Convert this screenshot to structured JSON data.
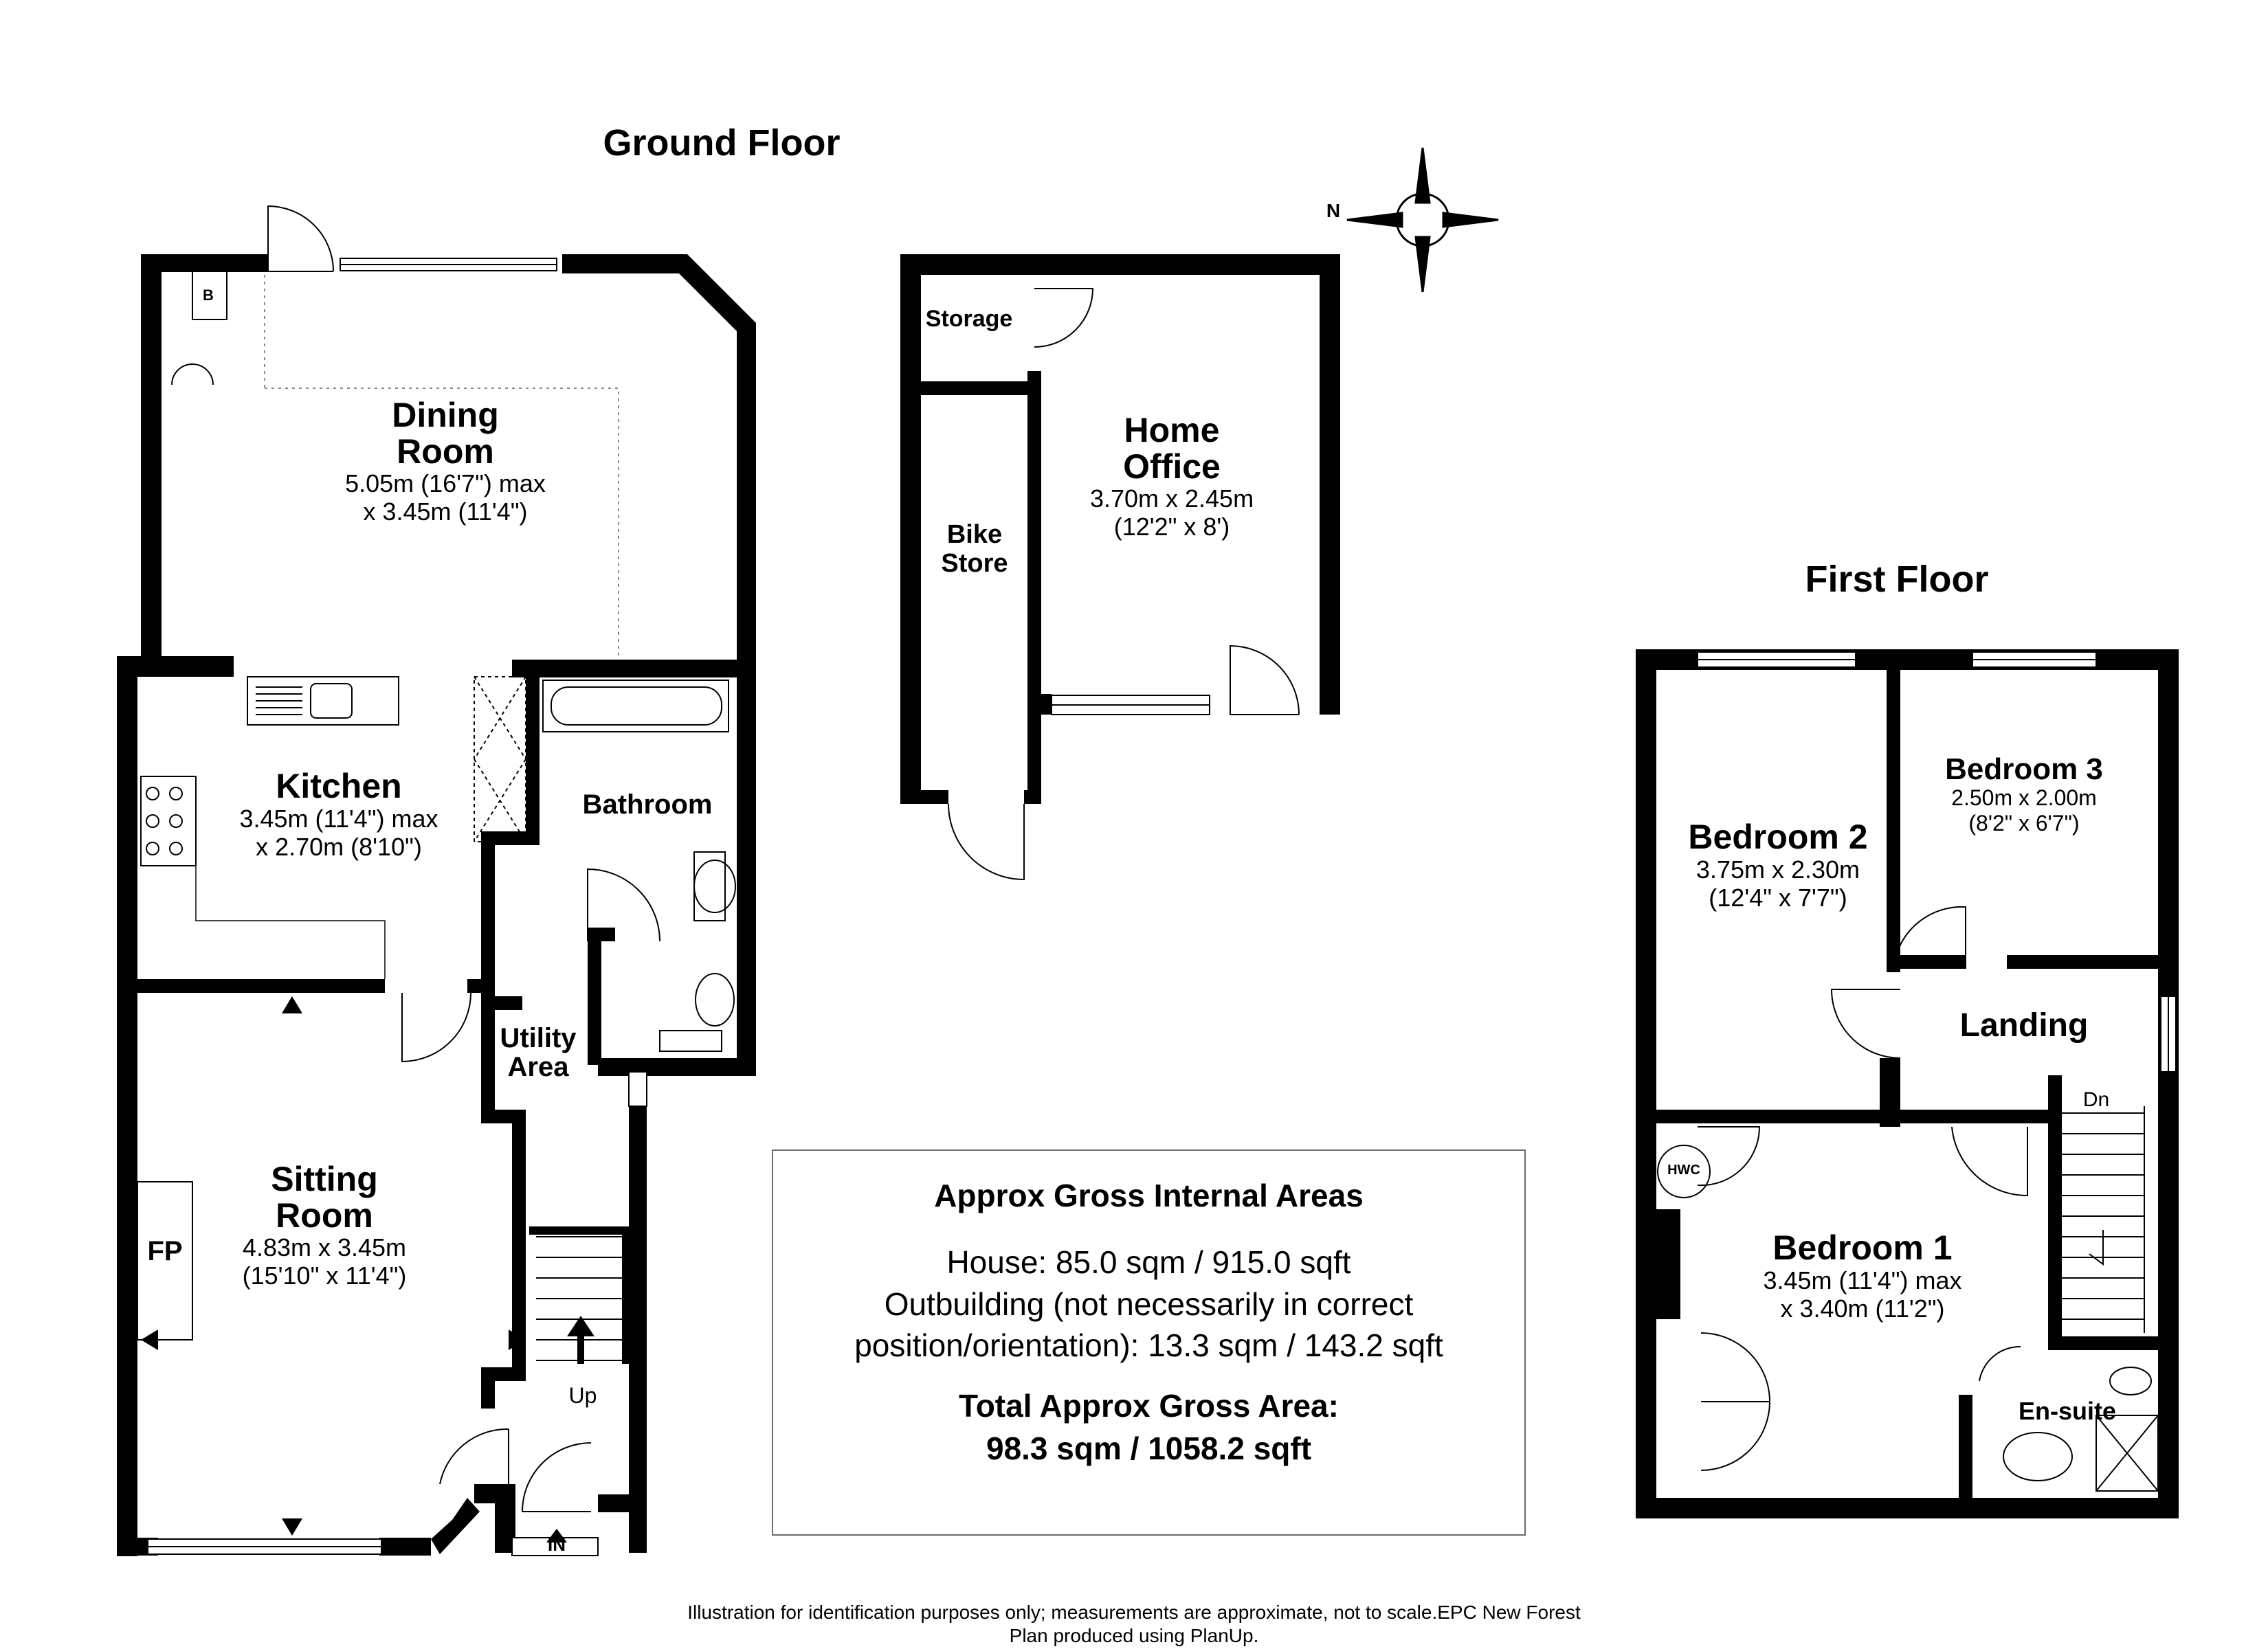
{
  "titles": {
    "ground_floor": "Ground Floor",
    "first_floor": "First Floor"
  },
  "compass": {
    "label": "N"
  },
  "ground_floor": {
    "dining": {
      "name_1": "Dining",
      "name_2": "Room",
      "dim_1": "5.05m (16'7\") max",
      "dim_2": "x 3.45m (11'4\")"
    },
    "kitchen": {
      "name": "Kitchen",
      "dim_1": "3.45m (11'4\") max",
      "dim_2": "x 2.70m (8'10\")"
    },
    "bathroom": {
      "name": "Bathroom"
    },
    "utility": {
      "name_1": "Utility",
      "name_2": "Area"
    },
    "sitting": {
      "name_1": "Sitting",
      "name_2": "Room",
      "dim_1": "4.83m x 3.45m",
      "dim_2": "(15'10\" x 11'4\")"
    },
    "boiler_label": "B",
    "fireplace_label": "FP",
    "stairs_up": "Up",
    "entrance": "IN"
  },
  "outbuilding": {
    "storage": "Storage",
    "bike_store": {
      "name_1": "Bike",
      "name_2": "Store"
    },
    "home_office": {
      "name_1": "Home",
      "name_2": "Office",
      "dim_1": "3.70m x 2.45m",
      "dim_2": "(12'2\" x 8')"
    }
  },
  "first_floor": {
    "bedroom2": {
      "name": "Bedroom 2",
      "dim_1": "3.75m x 2.30m",
      "dim_2": "(12'4\" x 7'7\")"
    },
    "bedroom3": {
      "name": "Bedroom 3",
      "dim_1": "2.50m x 2.00m",
      "dim_2": "(8'2\" x 6'7\")"
    },
    "landing": "Landing",
    "stairs_down": "Dn",
    "hwc": "HWC",
    "bedroom1": {
      "name": "Bedroom 1",
      "dim_1": "3.45m (11'4\") max",
      "dim_2": "x 3.40m (11'2\")"
    },
    "ensuite": "En-suite"
  },
  "areas": {
    "heading": "Approx Gross Internal Areas",
    "house": "House: 85.0 sqm / 915.0 sqft",
    "outbuilding_1": "Outbuilding (not necessarily in correct",
    "outbuilding_2": "position/orientation): 13.3 sqm / 143.2 sqft",
    "total_1": "Total Approx Gross Area:",
    "total_2": "98.3 sqm / 1058.2 sqft"
  },
  "footer": {
    "line1": "Illustration for identification purposes only; measurements are approximate, not to scale.EPC New Forest",
    "line2": "Plan produced using PlanUp."
  }
}
